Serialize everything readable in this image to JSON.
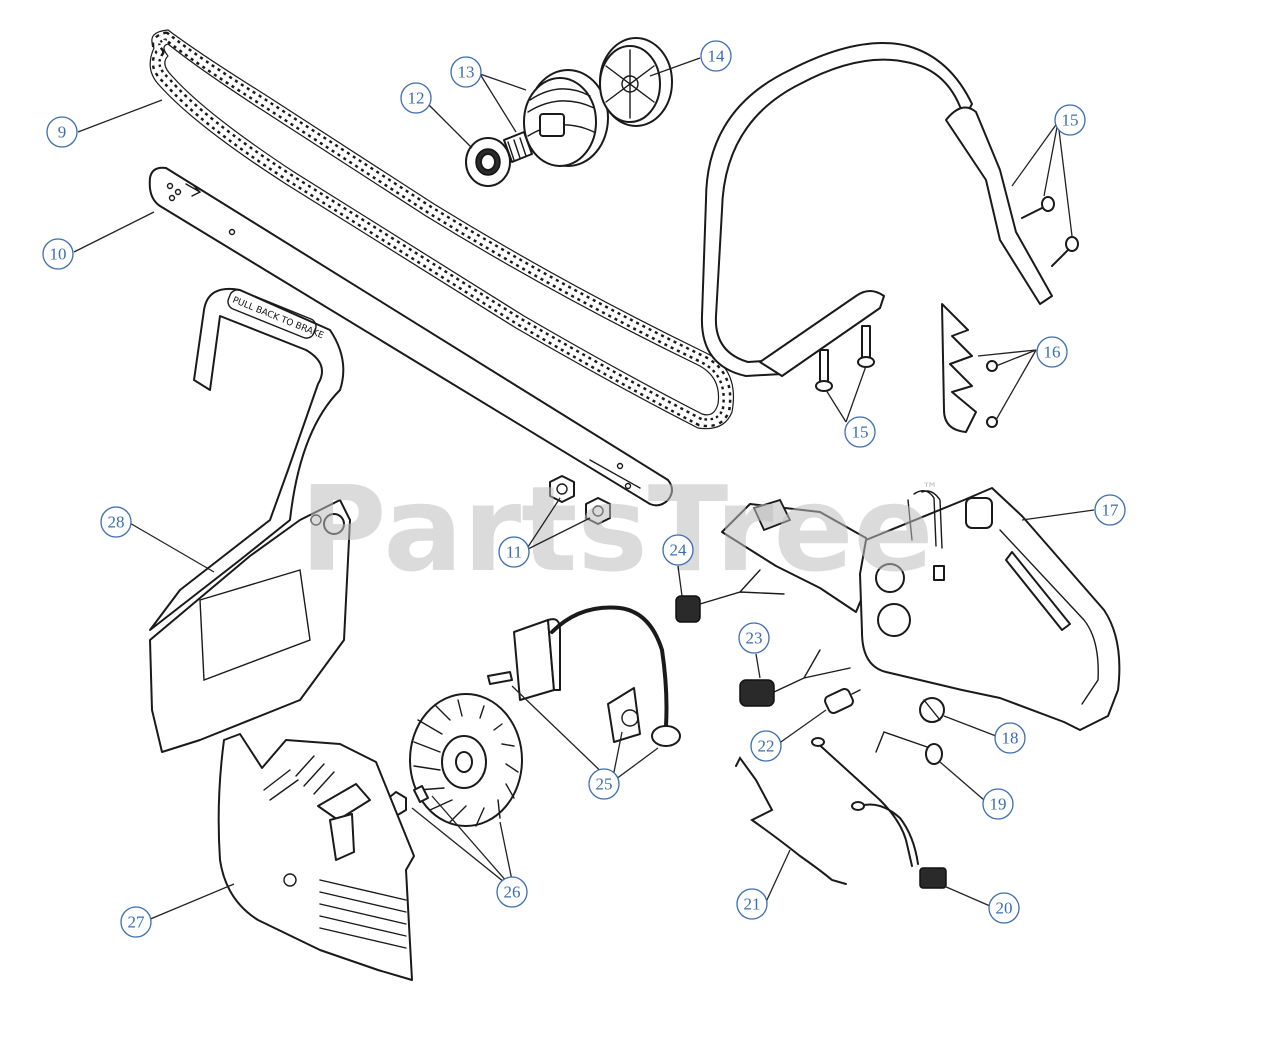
{
  "watermark": {
    "text": "PartsTree",
    "trademark": "™"
  },
  "bar_label": "PULL BACK TO BRAKE",
  "callouts": [
    {
      "id": "9",
      "label": "9"
    },
    {
      "id": "10",
      "label": "10"
    },
    {
      "id": "11",
      "label": "11"
    },
    {
      "id": "12",
      "label": "12"
    },
    {
      "id": "13",
      "label": "13"
    },
    {
      "id": "14",
      "label": "14"
    },
    {
      "id": "15a",
      "label": "15"
    },
    {
      "id": "15b",
      "label": "15"
    },
    {
      "id": "16",
      "label": "16"
    },
    {
      "id": "17",
      "label": "17"
    },
    {
      "id": "18",
      "label": "18"
    },
    {
      "id": "19",
      "label": "19"
    },
    {
      "id": "20",
      "label": "20"
    },
    {
      "id": "21",
      "label": "21"
    },
    {
      "id": "22",
      "label": "22"
    },
    {
      "id": "23",
      "label": "23"
    },
    {
      "id": "24",
      "label": "24"
    },
    {
      "id": "25",
      "label": "25"
    },
    {
      "id": "26",
      "label": "26"
    },
    {
      "id": "27",
      "label": "27"
    },
    {
      "id": "28",
      "label": "28"
    }
  ],
  "colors": {
    "callout": "#3b6db3",
    "watermark": "#bdbdbd",
    "line": "#1a1a1a"
  }
}
